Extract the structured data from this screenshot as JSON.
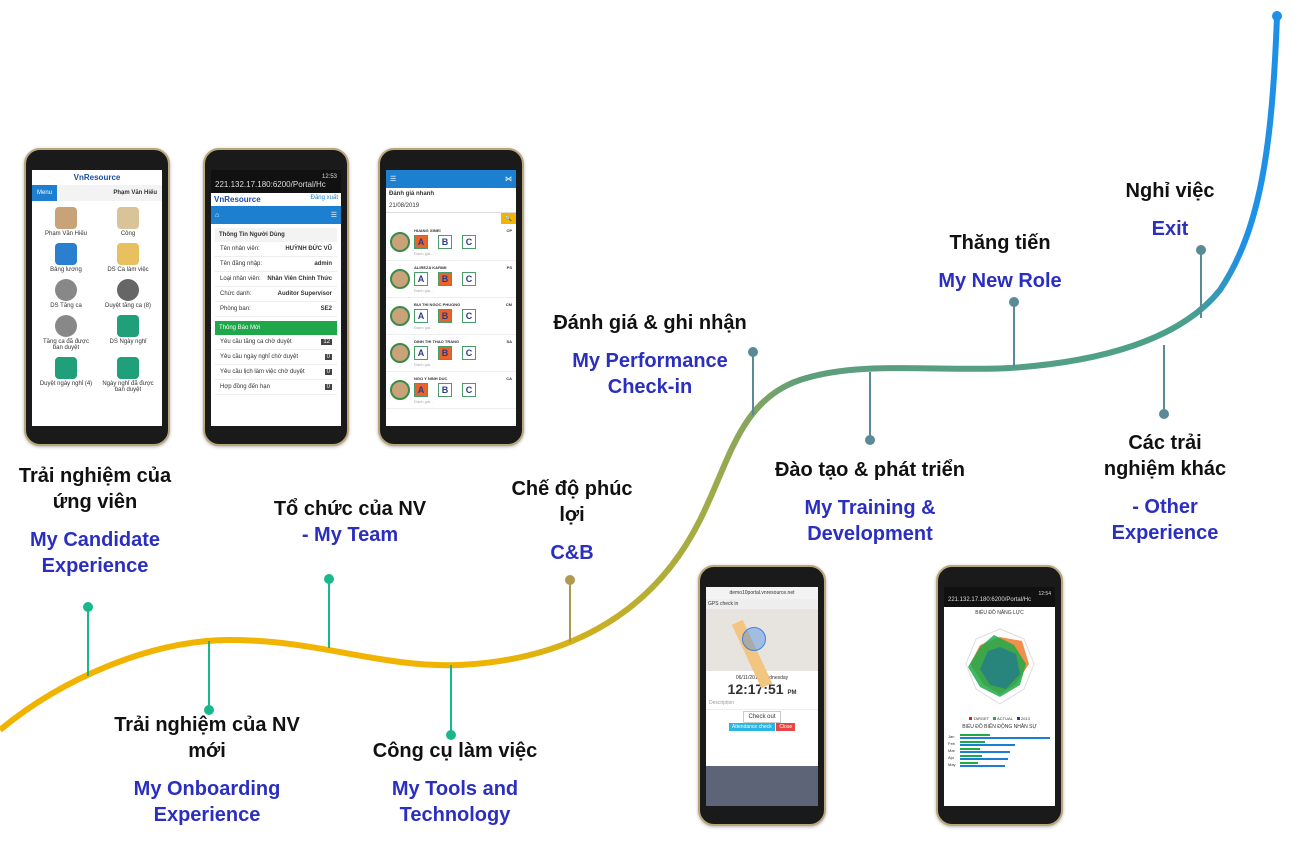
{
  "stages": [
    {
      "vi": "Trải nghiệm của ứng viên",
      "en": "My Candidate Experience"
    },
    {
      "vi": "Trải nghiệm của NV mới",
      "en": "My Onboarding Experience"
    },
    {
      "vi": "Tổ chức của NV",
      "en": "- My Team"
    },
    {
      "vi": "Công cụ làm việc",
      "en": "My Tools and Technology"
    },
    {
      "vi": "Chế độ phúc lợi",
      "en": "C&B"
    },
    {
      "vi": "Đánh giá & ghi nhận",
      "en": "My Performance Check-in"
    },
    {
      "vi": "Đào tạo & phát triển",
      "en": "My Training & Development"
    },
    {
      "vi": "Thăng tiến",
      "en": "My New Role"
    },
    {
      "vi": "Các trải nghiệm khác",
      "en": "- Other Experience"
    },
    {
      "vi": "Nghỉ việc",
      "en": "Exit"
    }
  ],
  "colors": {
    "start": "#f2b300",
    "mid": "#5f9e7c",
    "end": "#1e90e6",
    "en_text": "#2b2fc0"
  },
  "phone1": {
    "brand": "VnResource",
    "menu": "Menu",
    "user": "Phạm Văn Hiếu",
    "tiles": [
      "Phạm Văn Hiếu",
      "Công",
      "Bảng lương",
      "DS Ca làm việc",
      "DS Tăng ca",
      "Duyệt tăng ca (8)",
      "Tăng ca đã được ban duyệt",
      "DS Ngày nghỉ",
      "Duyệt ngày nghỉ (4)",
      "Ngày nghỉ đã được ban duyệt"
    ]
  },
  "phone2": {
    "time": "12:53",
    "url": "221.132.17.180:6200/Portal/Hc",
    "brand": "VnResource",
    "logout": "Đăng xuất",
    "info_title": "Thông Tin Người Dùng",
    "fields": [
      {
        "k": "Tên nhân viên:",
        "v": "HUỲNH ĐỨC VŨ"
      },
      {
        "k": "Tên đăng nhập:",
        "v": "admin"
      },
      {
        "k": "Loại nhân viên:",
        "v": "Nhân Viên Chính Thức"
      },
      {
        "k": "Chức danh:",
        "v": "Auditor Supervisor"
      },
      {
        "k": "Phòng ban:",
        "v": "SE2"
      }
    ],
    "notice_title": "Thông Báo Mới",
    "notices": [
      {
        "t": "Yêu cầu tăng ca chờ duyệt",
        "n": "12"
      },
      {
        "t": "Yêu cầu ngày nghỉ chờ duyệt",
        "n": "0"
      },
      {
        "t": "Yêu cầu lịch làm việc chờ duyệt",
        "n": "0"
      },
      {
        "t": "Hợp đồng đến hạn",
        "n": "0"
      }
    ]
  },
  "phone3": {
    "title": "Đánh giá nhanh",
    "date": "21/08/2019",
    "hint": "Đánh giá...",
    "people": [
      {
        "name": "HUANG XIMEI",
        "code": "CP",
        "sel": "A"
      },
      {
        "name": "ALIREZA KARIMI",
        "code": "PS",
        "sel": "B"
      },
      {
        "name": "BUI THI NGOC PHUONG",
        "code": "CM",
        "sel": "B"
      },
      {
        "name": "DINH THI THAO TRANG",
        "code": "SA",
        "sel": "B"
      },
      {
        "name": "NGO Y NINH DUC",
        "code": "CA",
        "sel": "A"
      }
    ]
  },
  "phone4": {
    "url": "demo10portal.vnresource.net",
    "panel": "GPS check in",
    "date": "06/11/2019 Wednesday",
    "time": "12:17:51",
    "ampm": "PM",
    "desc": "Description",
    "checkout": "Check out",
    "attendance": "Attendance check",
    "close": "Close"
  },
  "phone5": {
    "time": "12:54",
    "url": "221.132.17.180:6200/Portal/Hc",
    "chart1": "BIỂU ĐỒ NĂNG LỰC",
    "legend": [
      "TARGET",
      "ACTUAL",
      "2013"
    ],
    "chart2": "BIỂU ĐỒ BIẾN ĐỘNG NHÂN SỰ",
    "months": [
      "Jan",
      "Feb",
      "Mar",
      "Apr",
      "May"
    ]
  }
}
